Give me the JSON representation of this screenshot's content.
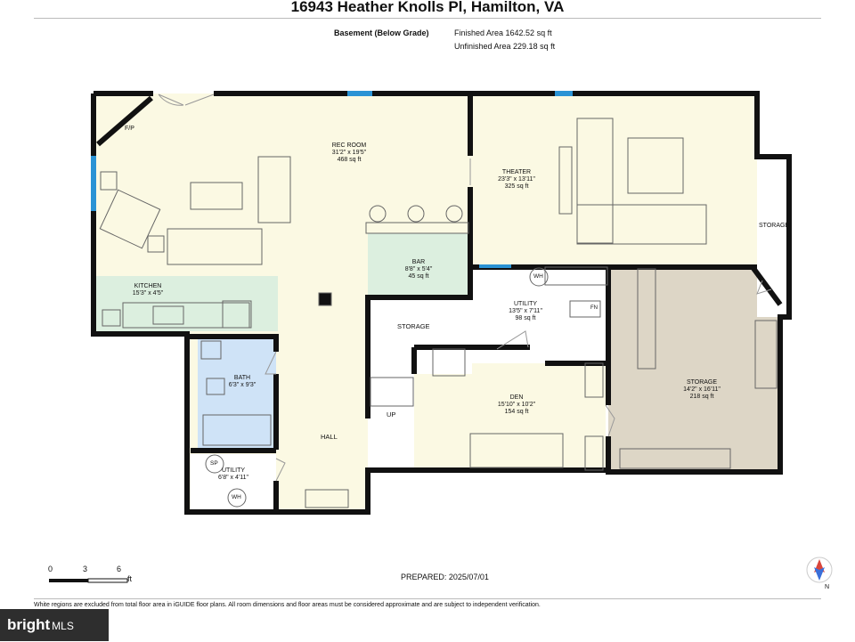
{
  "title": "16943 Heather Knolls Pl, Hamilton, VA",
  "level": {
    "name": "Basement (Below Grade)",
    "finished_area": "Finished Area 1642.52 sq ft",
    "unfinished_area": "Unfinished Area 229.18 sq ft"
  },
  "rooms": {
    "rec_room": {
      "name": "REC ROOM",
      "dims": "31'2\" x 19'5\"",
      "area": "468 sq ft"
    },
    "theater": {
      "name": "THEATER",
      "dims": "23'3\" x 13'11\"",
      "area": "325 sq ft"
    },
    "bar": {
      "name": "BAR",
      "dims": "8'8\" x 5'4\"",
      "area": "45 sq ft"
    },
    "kitchen": {
      "name": "KITCHEN",
      "dims": "15'3\" x 4'5\""
    },
    "utility_main": {
      "name": "UTILITY",
      "dims": "13'5\" x 7'11\"",
      "area": "98 sq ft"
    },
    "storage_large": {
      "name": "STORAGE",
      "dims": "14'2\" x 16'11\"",
      "area": "218 sq ft"
    },
    "den": {
      "name": "DEN",
      "dims": "15'10\" x 10'2\"",
      "area": "154 sq ft"
    },
    "bath": {
      "name": "BATH",
      "dims": "6'3\" x 9'3\""
    },
    "utility_small": {
      "name": "UTILITY",
      "dims": "6'8\" x 4'11\""
    }
  },
  "labels": {
    "storage_right": "STORAGE",
    "storage_mid": "STORAGE",
    "hall": "HALL",
    "up": "UP",
    "fp": "F/P",
    "wh1": "WH",
    "wh2": "WH",
    "sp": "SP",
    "fn": "FN"
  },
  "scale": {
    "t0": "0",
    "t1": "3",
    "t2": "6",
    "unit": "ft"
  },
  "prepared": "PREPARED: 2025/07/01",
  "compass_label": "N",
  "disclaimer": "White regions are excluded from total floor area in iGUIDE floor plans. All room dimensions and floor areas must be considered approximate and are subject to independent verification.",
  "brand": {
    "name": "bright",
    "suffix": "MLS"
  },
  "colors": {
    "finished": "#fbf9e3",
    "green": "#dcefdf",
    "bath_blue": "#cfe3f7",
    "storage_tan": "#ddd6c6",
    "wall": "#111111",
    "window": "#2a93d5"
  }
}
